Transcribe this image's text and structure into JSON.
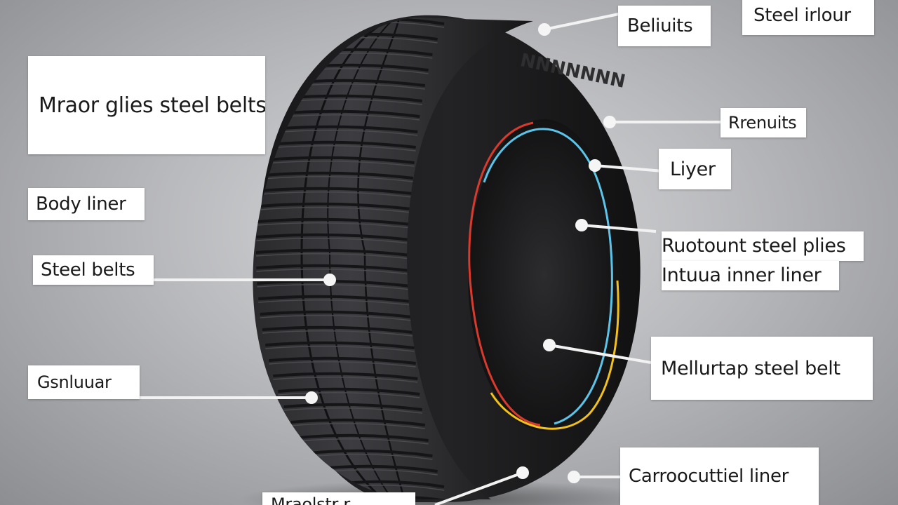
{
  "labels": {
    "top_right": "Steel irlour",
    "top_belt": "Beliuits",
    "main_left": "Mraor glies steel belts",
    "right_1": "Rrenuits",
    "right_2": "Liyer",
    "body_liner": "Body liner",
    "steel_belts": "Steel belts",
    "right_multi_line1": "Ruotount steel plies",
    "right_multi_line2": "Intuua inner liner",
    "bottom_left": "Gsnluuar",
    "right_lower": "Mellurtap steel belt",
    "bottom_right": "Carroocuttiel liner",
    "bottom_center": "Mraolstr r"
  },
  "colors": {
    "tire_rubber": "#1c1c1e",
    "inner_ring_blue": "#5bc4e8",
    "inner_ring_red": "#d93a2e",
    "inner_ring_yellow": "#f2c21b",
    "leader_line": "#f2f2f2"
  }
}
